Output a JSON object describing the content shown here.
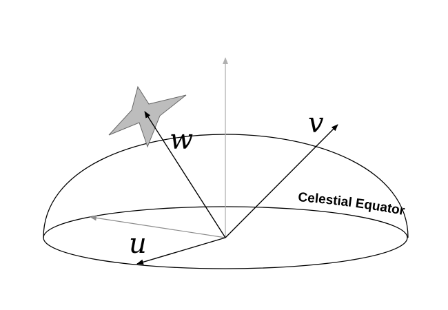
{
  "labels": {
    "u": "u",
    "v": "v",
    "w": "w",
    "equator": "Celestial Equator"
  },
  "colors": {
    "line": "#000000",
    "faint_line": "#b0b0b0",
    "gray_arrow": "#8c8c8c",
    "star_fill": "#bdbdbd",
    "star_stroke": "#666666",
    "background": "#ffffff"
  },
  "icons": {
    "star": "star-shape"
  }
}
